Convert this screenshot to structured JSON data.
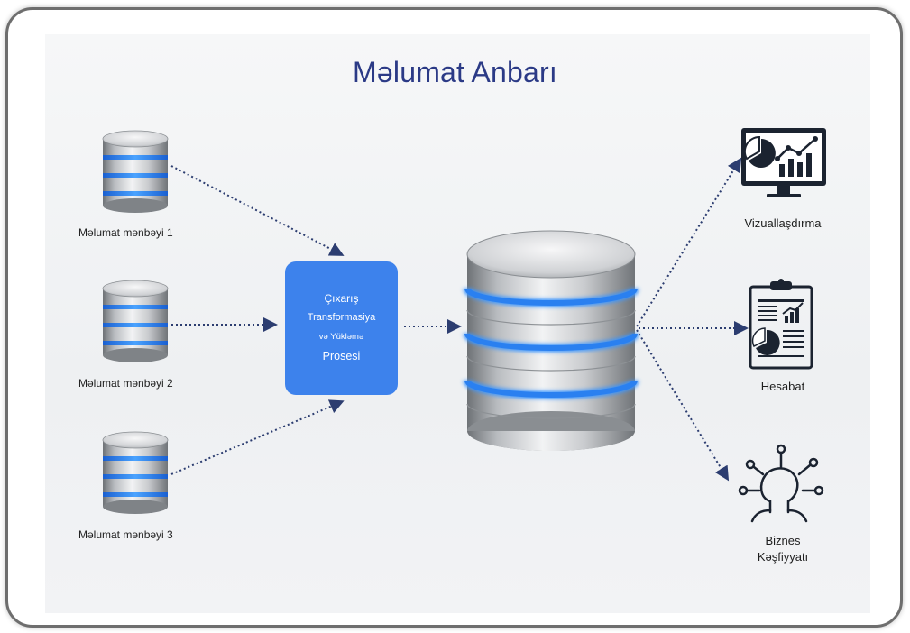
{
  "title": "Məlumat Anbarı",
  "sources": [
    {
      "label": "Məlumat mənbəyi 1"
    },
    {
      "label": "Məlumat mənbəyi 2"
    },
    {
      "label": "Məlumat mənbəyi 3"
    }
  ],
  "etl": {
    "line1": "Çıxarış",
    "line2": "Transformasiya",
    "line3": "və Yükləmə",
    "line4": "Prosesi"
  },
  "outputs": [
    {
      "label": "Vizuallaşdırma",
      "icon": "monitor-chart-icon"
    },
    {
      "label": "Hesabat",
      "icon": "clipboard-report-icon"
    },
    {
      "label": "Biznes",
      "label2": "Kəşfiyyatı",
      "icon": "business-intelligence-icon"
    }
  ],
  "colors": {
    "title": "#2b3a86",
    "etl_box": "#3d82ec",
    "db_ring": "#2f8cff",
    "icons": "#1b2330",
    "arrows": "#2c3d70"
  }
}
